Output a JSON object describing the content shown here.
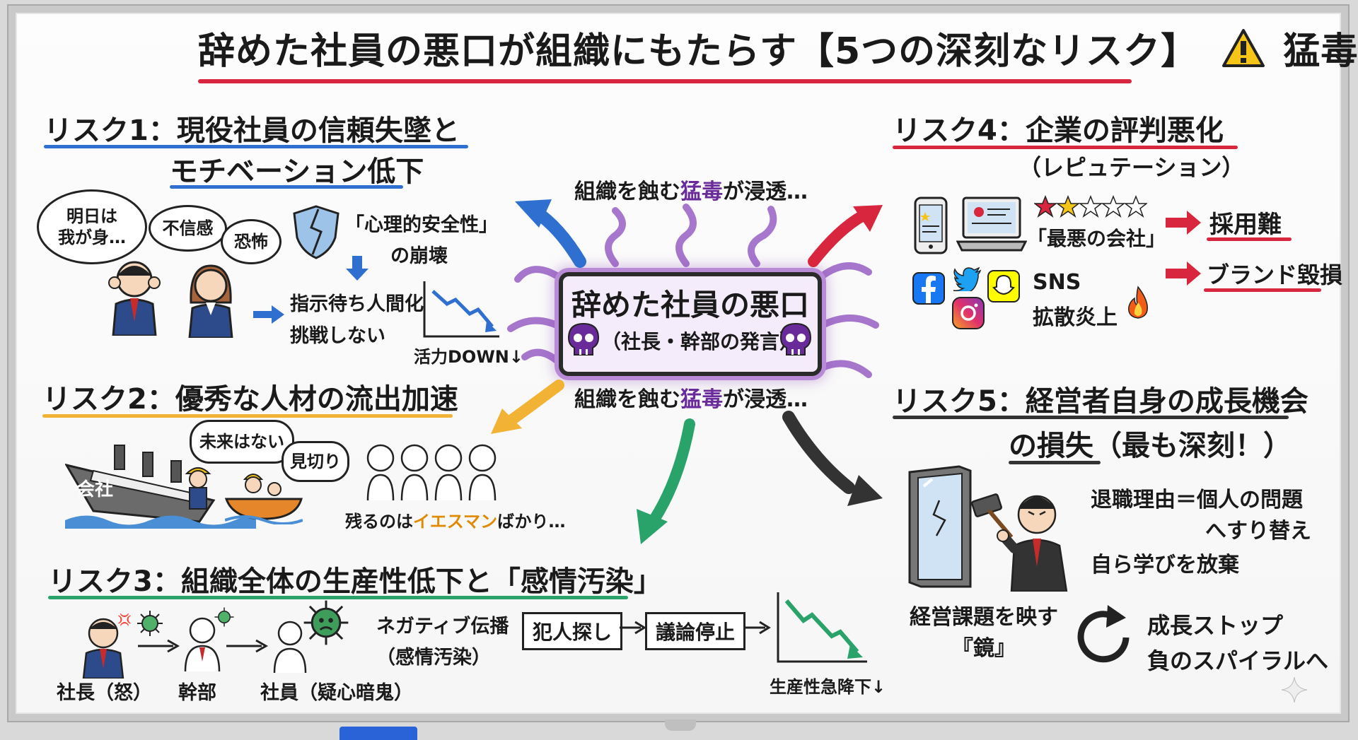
{
  "title": {
    "main": "辞めた社員の悪口が組織にもたらす【5つの深刻なリスク】",
    "warning": "猛毒！"
  },
  "center": {
    "label": "辞めた社員の悪口",
    "sub": "（社長・幹部の発言）",
    "poison_top_pre": "組織を蝕む",
    "poison_word": "猛毒",
    "poison_post": "が浸透…"
  },
  "risk1": {
    "title_line1": "リスク1：現役社員の信頼失墜と",
    "title_line2": "モチベーション低下",
    "bubble1": "明日は\n我が身…",
    "bubble2": "不信感",
    "bubble3": "恐怖",
    "safety": "「心理的安全性」",
    "collapse": "の崩壊",
    "effect1": "指示待ち人間化",
    "effect2": "挑戦しない",
    "chart_label": "活力DOWN↓"
  },
  "risk2": {
    "title": "リスク2：優秀な人材の流出加速",
    "ship": "会社",
    "bubble1": "未来はない",
    "bubble2": "見切り",
    "remain_pre": "残るのは",
    "remain_key": "イエスマン",
    "remain_post": "ばかり…"
  },
  "risk3": {
    "title": "リスク3：組織全体の生産性低下と「感情汚染」",
    "ceo": "社長（怒）",
    "exec": "幹部",
    "staff": "社員（疑心暗鬼）",
    "spread1": "ネガティブ伝播",
    "spread2": "（感情汚染）",
    "box1": "犯人探し",
    "box2": "議論停止",
    "chart_label": "生産性急降下↓"
  },
  "risk4": {
    "title": "リスク4：企業の評判悪化",
    "subtitle": "（レピュテーション）",
    "review": "「最悪の会社」",
    "result1": "採用難",
    "result2": "ブランド毀損",
    "sns1": "SNS",
    "sns2": "拡散炎上"
  },
  "risk5": {
    "title_line1": "リスク5：経営者自身の成長機会",
    "title_line2": "の損失（最も深刻！）",
    "point1a": "退職理由＝個人の問題",
    "point1b": "へすり替え",
    "point2": "自ら学びを放棄",
    "mirror1": "経営課題を映す",
    "mirror2": "『鏡』",
    "spiral1": "成長ストップ",
    "spiral2": "負のスパイラルへ"
  },
  "colors": {
    "risk1": "#2f6fd0",
    "risk2": "#f2b233",
    "risk3": "#2aa36b",
    "risk4": "#d7263d",
    "risk5": "#333333",
    "poison": "#8a4bbd"
  }
}
